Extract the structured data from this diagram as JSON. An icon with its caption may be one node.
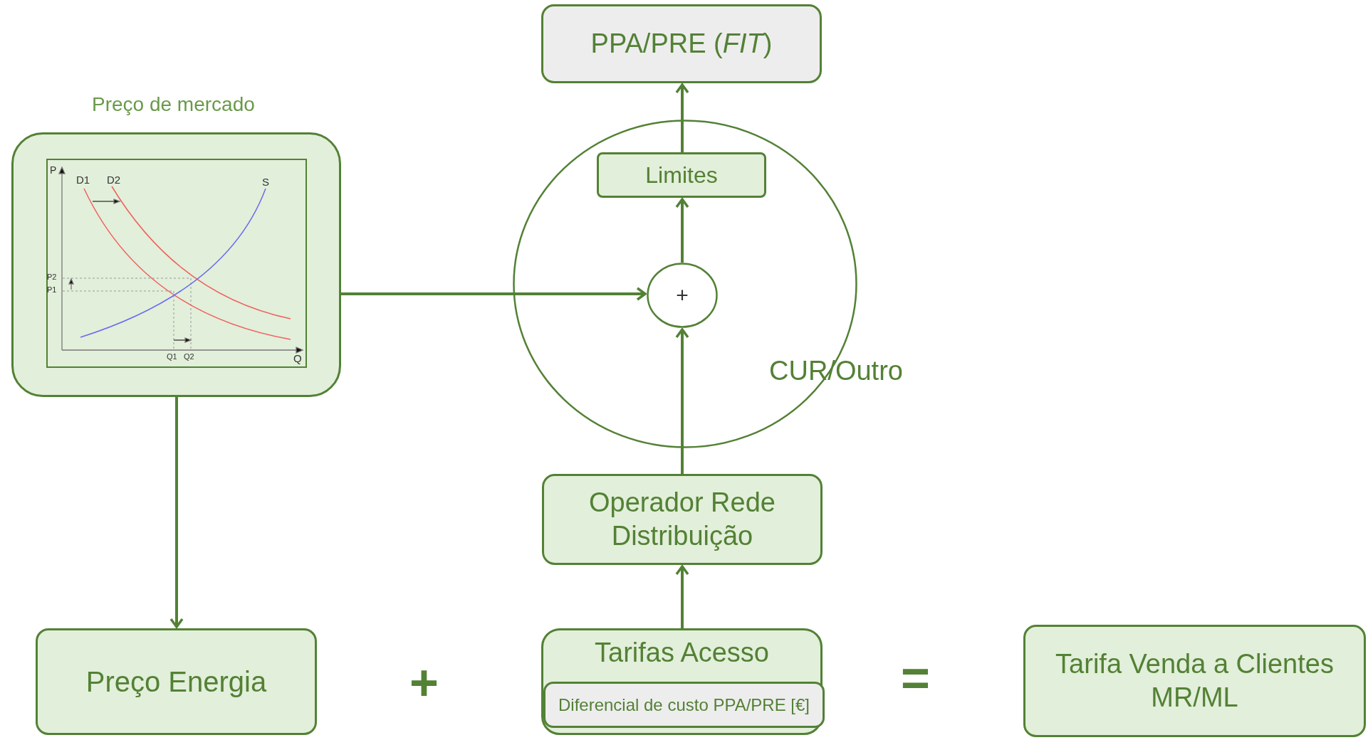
{
  "diagram": {
    "nodes": [
      {
        "text": [
          "Preço de mercado"
        ]
      },
      {
        "text": [
          "PPA/PRE (*FIT*)"
        ]
      },
      {
        "text": [
          "CUR/Outro"
        ]
      },
      {
        "text": [
          "Limites"
        ],
        "in": 2
      },
      {
        "text": [
          "+"
        ],
        "in": 2
      },
      {
        "text": [
          "Operador Rede Distribuição"
        ]
      },
      {
        "text": [
          "Preço Energia"
        ]
      },
      {
        "text": [
          "Tarifas Acesso"
        ]
      },
      {
        "text": [
          "Diferencial de custo PPA/PRE [€]"
        ],
        "in": 7
      },
      {
        "text": [
          "Tarifa Venda a Clientes MR/ML"
        ]
      }
    ],
    "edges": [
      {
        "from": 0,
        "to": 4,
        "arrow": "to"
      },
      {
        "from": 0,
        "to": 6,
        "arrow": "to"
      },
      {
        "from": 4,
        "to": 3,
        "arrow": "to"
      },
      {
        "from": 3,
        "to": 1,
        "arrow": "to"
      },
      {
        "from": 5,
        "to": 4,
        "arrow": "to"
      },
      {
        "from": 7,
        "to": 5,
        "arrow": "to"
      }
    ],
    "labels": [
      "P",
      "D1",
      "D2",
      "S",
      "P2",
      "P1",
      "Q1",
      "Q2",
      "Q",
      "+",
      "="
    ]
  }
}
